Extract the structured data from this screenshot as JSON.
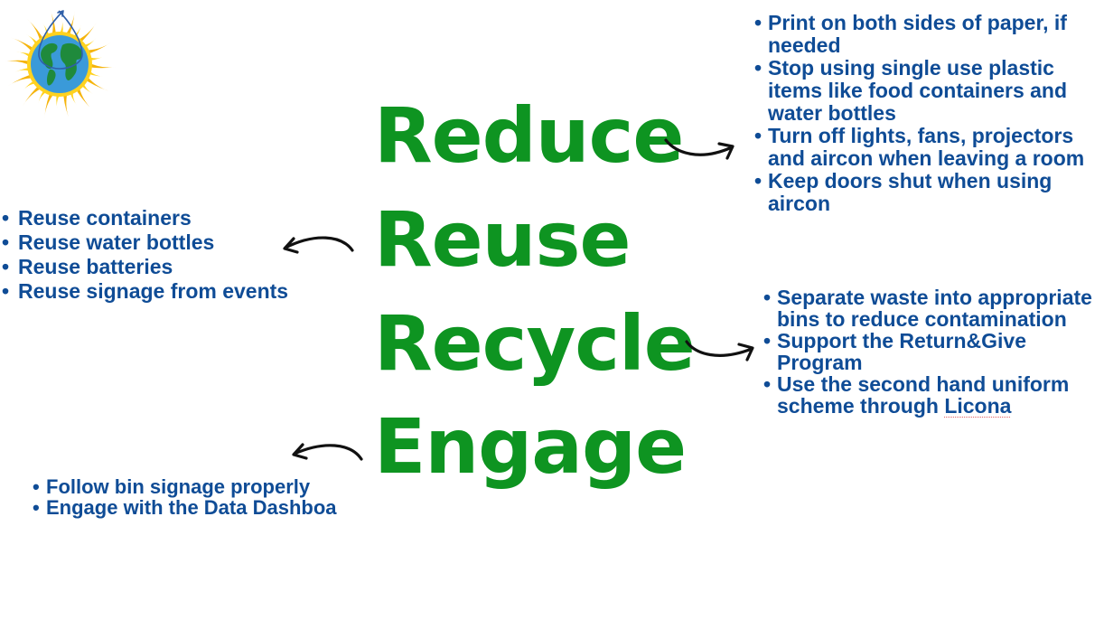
{
  "slide": {
    "logo": {
      "icon": "earth-sun-recycle-logo",
      "colors": {
        "sun_rays": "#f5b40c",
        "sun_inner": "#ffd21f",
        "ocean": "#3a9ad9",
        "land": "#1f8a3c",
        "arrow": "#2f5fa8"
      }
    },
    "colors": {
      "heading_green": "#0e9421",
      "bullet_blue": "#0f4c96",
      "arrow_black": "#111111"
    },
    "sections": [
      {
        "heading": "Reduce",
        "arrow_direction": "right",
        "bullets": [
          "Print on both sides of paper, if\nneeded",
          "Stop using single use plastic\nitems like food containers and\nwater bottles",
          "Turn off lights, fans, projectors\nand aircon when leaving a room",
          "Keep doors shut when using\naircon"
        ]
      },
      {
        "heading": "Reuse",
        "arrow_direction": "left",
        "bullets": [
          "Reuse containers",
          "Reuse water bottles",
          "Reuse batteries",
          "Reuse signage from events"
        ]
      },
      {
        "heading": "Recycle",
        "arrow_direction": "right",
        "bullets": [
          "Separate waste into appropriate\nbins to reduce contamination",
          "Support the Return&Give\nProgram",
          {
            "prefix": "Use the second hand uniform\nscheme through ",
            "flagged_word": "Licona"
          }
        ]
      },
      {
        "heading": "Engage",
        "arrow_direction": "left",
        "bullets": [
          "Follow bin signage properly",
          "Engage with the Data Dashboa"
        ]
      }
    ],
    "bullet_glyph": "•"
  }
}
